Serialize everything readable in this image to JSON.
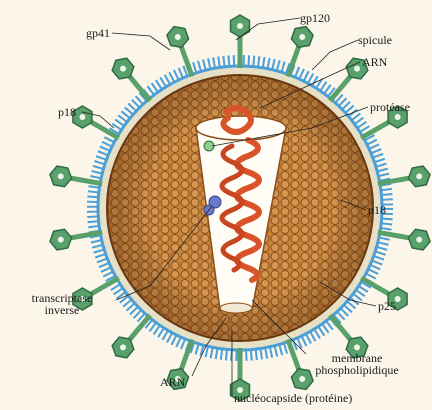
{
  "labels": {
    "gp120": "gp120",
    "gp41": "gp41",
    "spicule": "spicule",
    "arn_top": "ARN",
    "protease": "protéase",
    "p18_left": "p18",
    "p18_right": "p18",
    "p25": "p25",
    "transcriptase_line1": "transcriptase",
    "transcriptase_line2": "inverse",
    "membrane_line1": "membrane",
    "membrane_line2": "phospholipidique",
    "arn_bottom": "ARN",
    "nucleocapside": "nucléocapside (protéine)"
  },
  "colors": {
    "background": "#fbf6e9",
    "capsid_fill": "#c8853c",
    "capsid_mesh": "#8a4f1c",
    "membrane_blue": "#4a9fd8",
    "spike_green": "#5aa06a",
    "spike_dark": "#2f6b46",
    "cone_fill": "#fffdf6",
    "rna_red": "#d9542b",
    "enzyme_blue": "#6a78c8",
    "enzyme_green": "#8ed08a",
    "leader_line": "#222222"
  }
}
